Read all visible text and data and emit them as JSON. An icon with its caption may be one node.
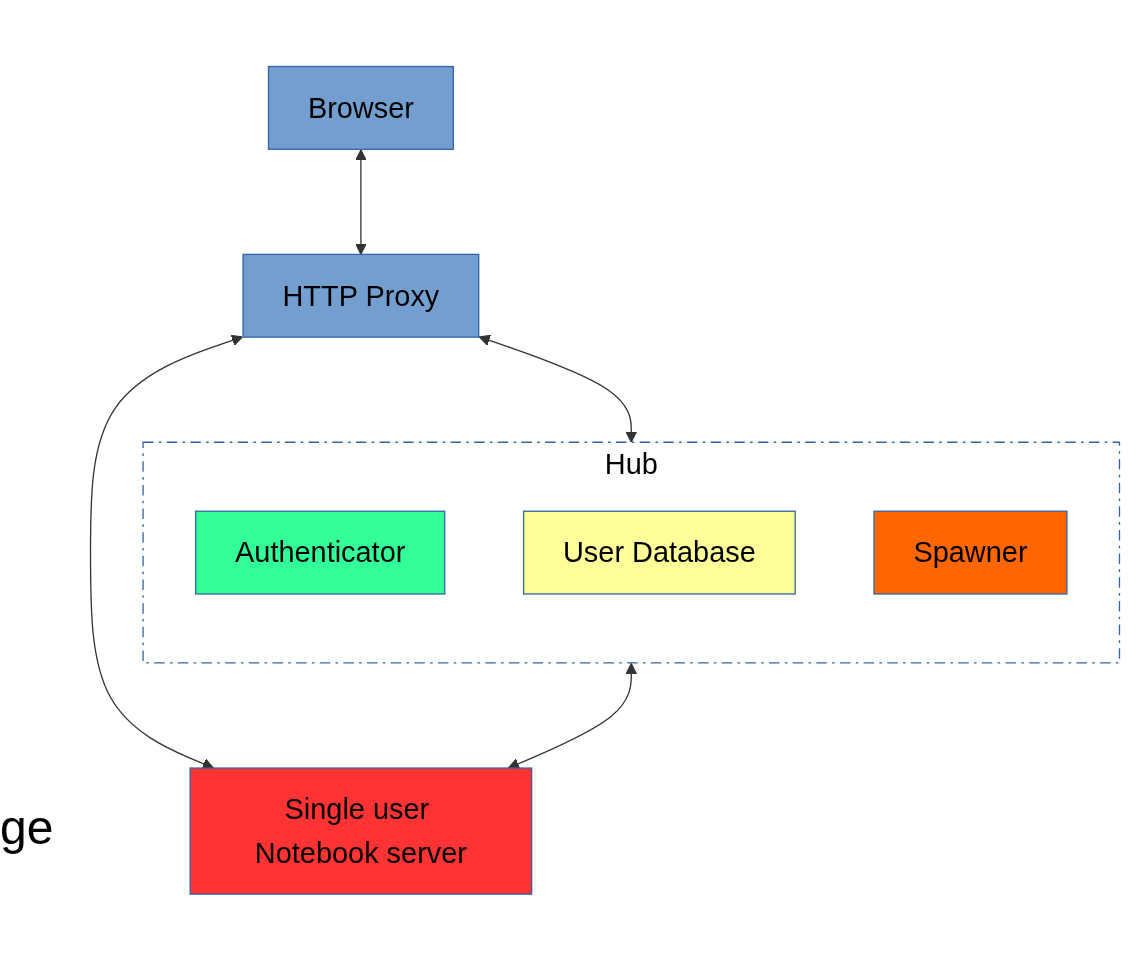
{
  "diagram": {
    "nodes": [
      {
        "text": [
          "Browser"
        ]
      },
      {
        "text": [
          "HTTP Proxy"
        ]
      },
      {
        "text": [
          "Hub"
        ]
      },
      {
        "text": [
          "Authenticator"
        ],
        "in": 2
      },
      {
        "text": [
          "User Database"
        ],
        "in": 2
      },
      {
        "text": [
          "Spawner"
        ],
        "in": 2
      },
      {
        "text": [
          "Single user Notebook server"
        ]
      }
    ],
    "edges": [
      {
        "from": 0,
        "to": 1,
        "arrow": "both"
      },
      {
        "from": 1,
        "to": 2,
        "arrow": "both"
      },
      {
        "from": 1,
        "to": 6,
        "arrow": "both"
      },
      {
        "from": 2,
        "to": 6,
        "arrow": "both"
      }
    ],
    "labels": [
      "ge"
    ]
  }
}
